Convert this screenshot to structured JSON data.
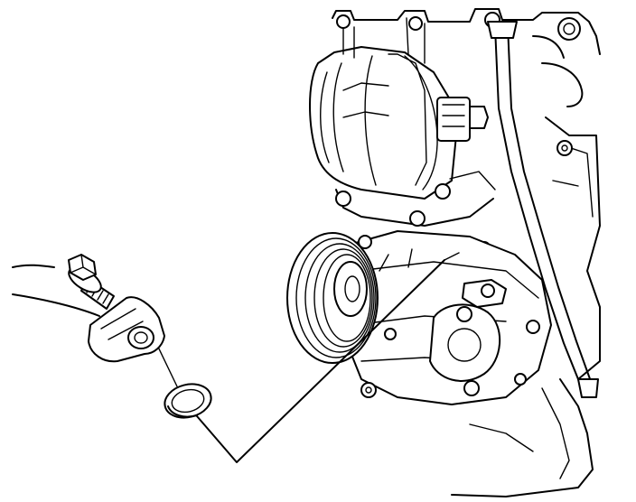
{
  "figure": {
    "kind": "technical line illustration",
    "colors": {
      "ink": "#000000",
      "paper": "#ffffff"
    },
    "parts": [
      "engine-assembly",
      "ac-compressor",
      "compressor-pulley",
      "refrigerant-hose",
      "fitting-bolt",
      "hose-fitting-block",
      "sealing-washer",
      "leader-line"
    ]
  }
}
